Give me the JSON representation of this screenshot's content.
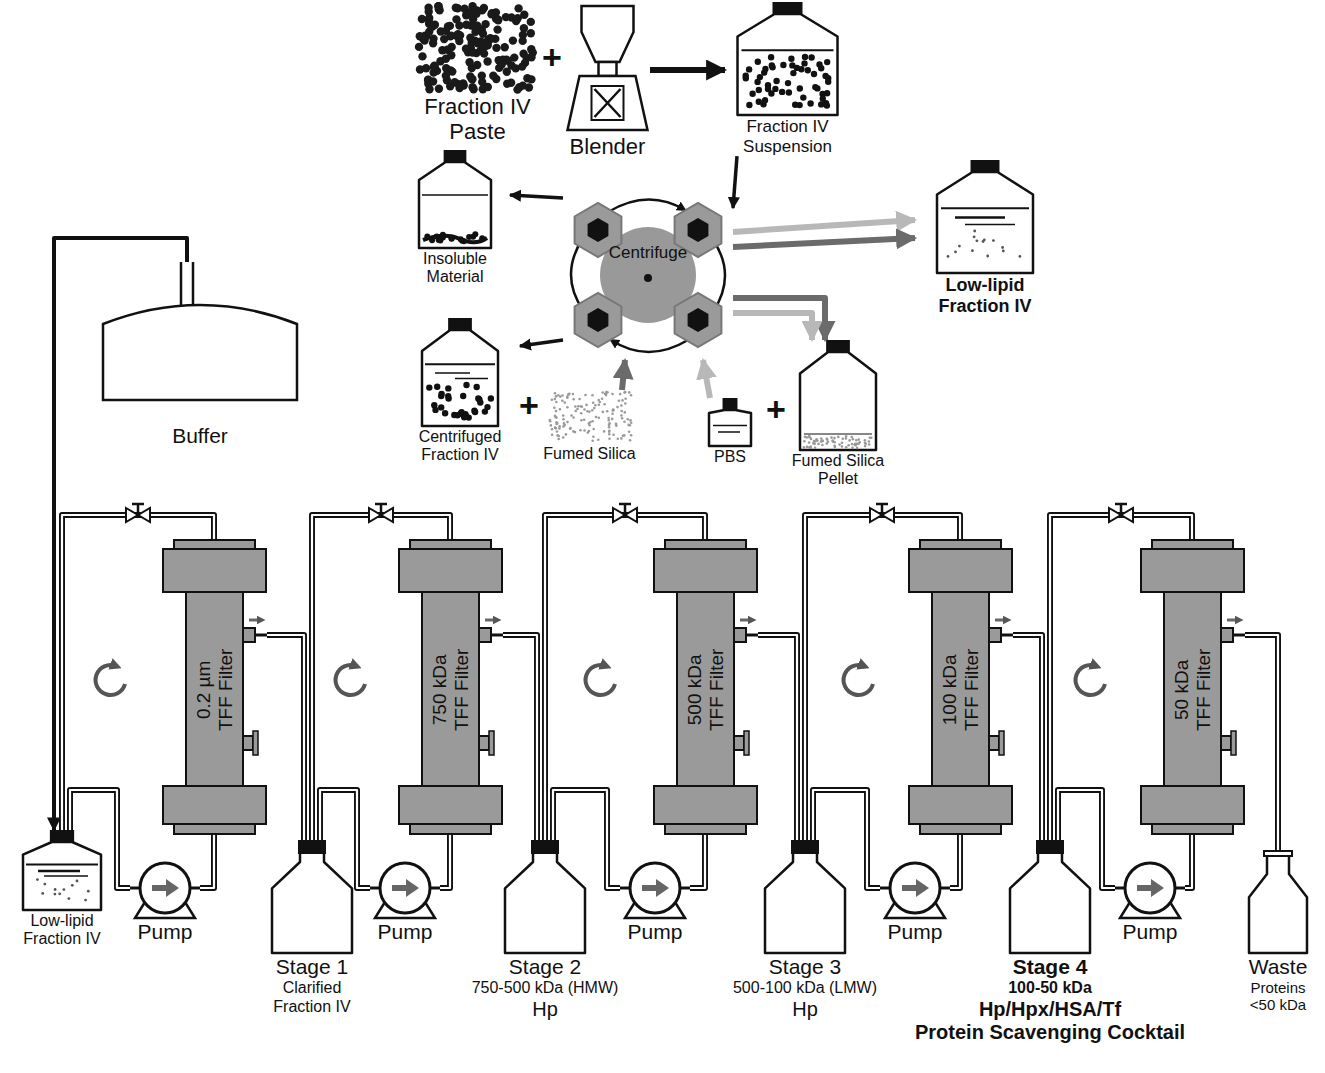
{
  "diagram": {
    "nodes": [
      {
        "text": [
          "Fraction IV Paste"
        ]
      },
      {
        "text": [
          "Blender"
        ]
      },
      {
        "text": [
          "Fraction IV Suspension"
        ]
      },
      {
        "text": [
          "Insoluble Material"
        ]
      },
      {
        "text": [
          "Centrifuge"
        ]
      },
      {
        "text": [
          "Low-lipid Fraction IV"
        ]
      },
      {
        "text": [
          "Centrifuged Fraction IV"
        ]
      },
      {
        "text": [
          "Fumed Silica"
        ]
      },
      {
        "text": [
          "PBS"
        ]
      },
      {
        "text": [
          "Fumed Silica Pellet"
        ]
      },
      {
        "text": [
          "Buffer"
        ]
      },
      {
        "text": [
          "0.2 µm TFF Filter"
        ]
      },
      {
        "text": [
          "750 kDa TFF Filter"
        ]
      },
      {
        "text": [
          "500 kDa TFF Filter"
        ]
      },
      {
        "text": [
          "100 kDa TFF Filter"
        ]
      },
      {
        "text": [
          "50 kDa TFF Filter"
        ]
      },
      {
        "text": [
          "Low-lipid Fraction IV"
        ]
      },
      {
        "text": [
          "Pump"
        ]
      },
      {
        "text": [
          "Stage 1",
          "Clarified Fraction IV"
        ]
      },
      {
        "text": [
          "Pump"
        ]
      },
      {
        "text": [
          "Stage 2",
          "750-500 kDa (HMW)",
          "Hp"
        ]
      },
      {
        "text": [
          "Pump"
        ]
      },
      {
        "text": [
          "Stage 3",
          "500-100 kDa (LMW)",
          "Hp"
        ]
      },
      {
        "text": [
          "Pump"
        ]
      },
      {
        "text": [
          "Stage 4",
          "100-50 kDa",
          "Hp/Hpx/HSA/Tf",
          "Protein Scavenging Cocktail"
        ]
      },
      {
        "text": [
          "Pump"
        ]
      },
      {
        "text": [
          "Waste",
          "Proteins <50 kDa"
        ]
      }
    ],
    "edges": [
      {
        "from": 1,
        "to": 2,
        "arrow": "to"
      },
      {
        "from": 2,
        "to": 4,
        "arrow": "to"
      },
      {
        "from": 4,
        "to": 3,
        "arrow": "to"
      },
      {
        "from": 4,
        "to": 5,
        "arrow": "to"
      },
      {
        "from": 4,
        "to": 5,
        "arrow": "to"
      },
      {
        "from": 4,
        "to": 6,
        "arrow": "to"
      },
      {
        "from": 7,
        "to": 4,
        "arrow": "to"
      },
      {
        "from": 8,
        "to": 4,
        "arrow": "to"
      },
      {
        "from": 4,
        "to": 9,
        "arrow": "to"
      },
      {
        "from": 4,
        "to": 9,
        "arrow": "to"
      },
      {
        "from": 10,
        "to": 16,
        "arrow": "to"
      },
      {
        "from": 16,
        "to": 17,
        "arrow": "none"
      },
      {
        "from": 17,
        "to": 11,
        "arrow": "none"
      },
      {
        "from": 11,
        "to": 16,
        "arrow": "none"
      },
      {
        "from": 11,
        "to": 18,
        "arrow": "none"
      },
      {
        "from": 18,
        "to": 19,
        "arrow": "none"
      },
      {
        "from": 19,
        "to": 12,
        "arrow": "none"
      },
      {
        "from": 12,
        "to": 18,
        "arrow": "none"
      },
      {
        "from": 12,
        "to": 20,
        "arrow": "none"
      },
      {
        "from": 20,
        "to": 21,
        "arrow": "none"
      },
      {
        "from": 21,
        "to": 13,
        "arrow": "none"
      },
      {
        "from": 13,
        "to": 20,
        "arrow": "none"
      },
      {
        "from": 13,
        "to": 22,
        "arrow": "none"
      },
      {
        "from": 22,
        "to": 23,
        "arrow": "none"
      },
      {
        "from": 23,
        "to": 14,
        "arrow": "none"
      },
      {
        "from": 14,
        "to": 22,
        "arrow": "none"
      },
      {
        "from": 14,
        "to": 24,
        "arrow": "none"
      },
      {
        "from": 24,
        "to": 25,
        "arrow": "none"
      },
      {
        "from": 25,
        "to": 15,
        "arrow": "none"
      },
      {
        "from": 15,
        "to": 24,
        "arrow": "none"
      },
      {
        "from": 15,
        "to": 26,
        "arrow": "none"
      }
    ],
    "labels": [
      "+",
      "+",
      "+"
    ]
  }
}
